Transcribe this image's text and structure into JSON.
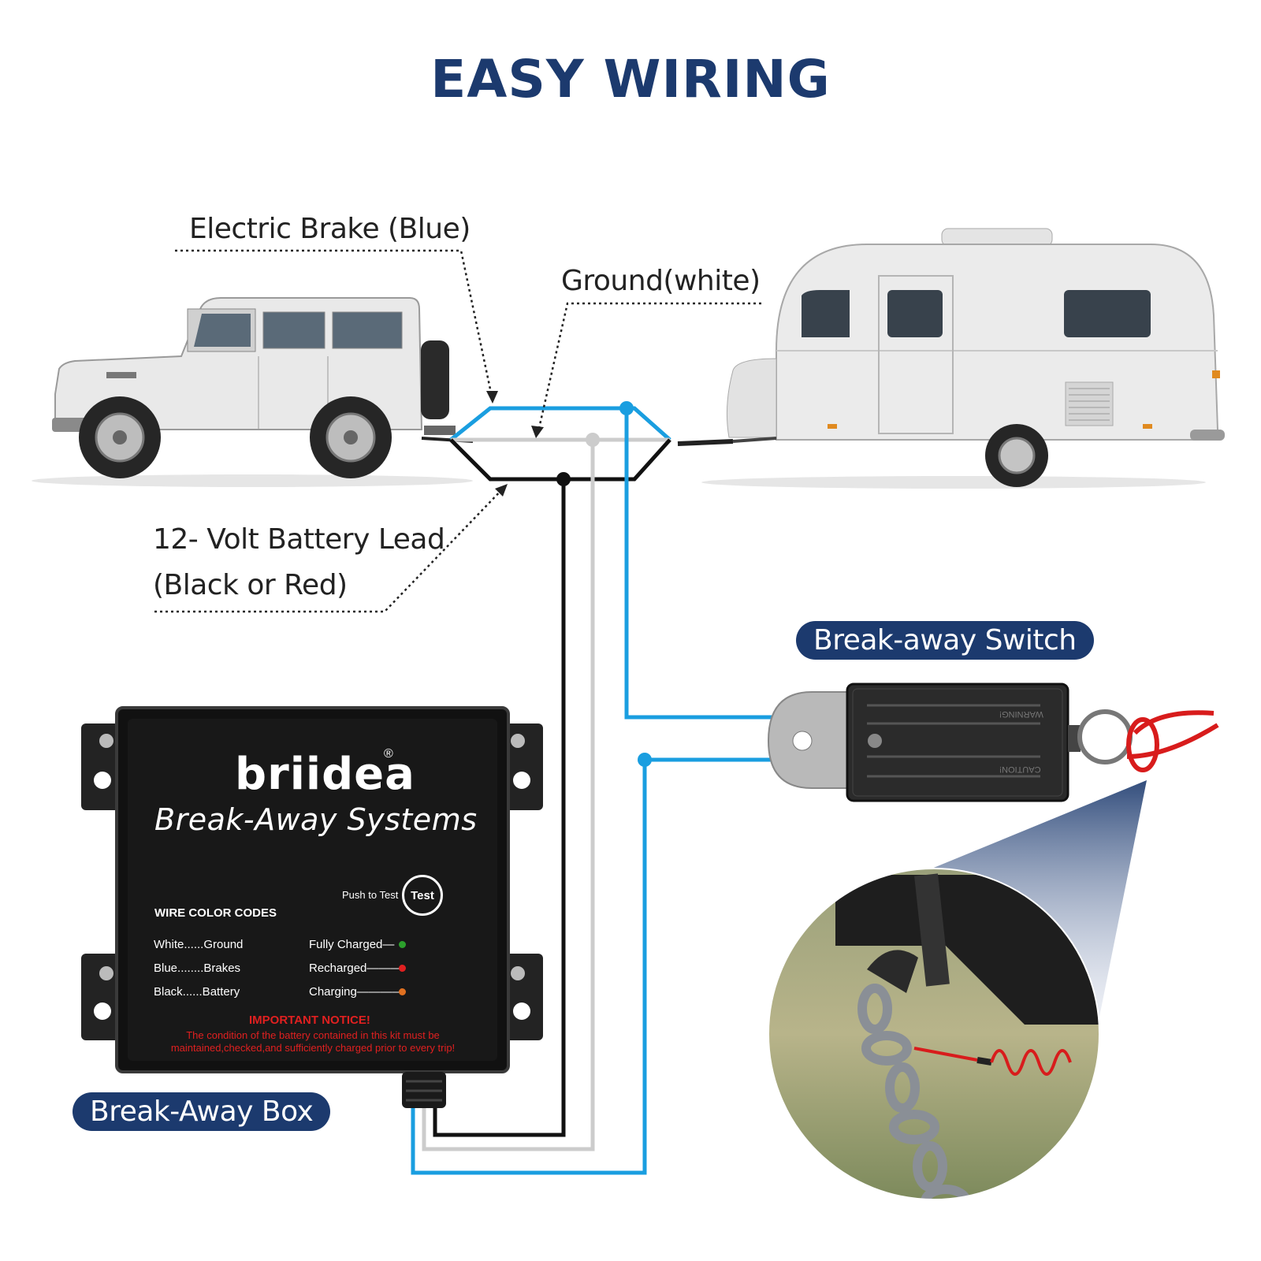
{
  "title": "EASY WIRING",
  "callouts": {
    "electric_brake": "Electric Brake (Blue)",
    "ground": "Ground(white)",
    "battery_line1": "12- Volt Battery Lead",
    "battery_line2": "(Black or Red)"
  },
  "labels": {
    "breakaway_switch": "Break-away Switch",
    "breakaway_box": "Break-Away Box"
  },
  "box": {
    "brand": "briidea",
    "registered": "®",
    "product": "Break-Away Systems",
    "push_to_test": "Push to Test",
    "test_button": "Test",
    "wire_codes_heading": "WIRE COLOR CODES",
    "codes": [
      "White......Ground",
      "Blue........Brakes",
      "Black......Battery"
    ],
    "status": [
      {
        "label": "Fully Charged—",
        "color": "#2ca02c"
      },
      {
        "label": "Recharged———",
        "color": "#e02020"
      },
      {
        "label": "Charging————",
        "color": "#e07020"
      }
    ],
    "notice_heading": "IMPORTANT NOTICE!",
    "notice_body": "The condition of the battery contained in this kit must be maintained,checked,and sufficiently charged prior to every trip!"
  },
  "switch": {
    "warning": "WARNING!",
    "caution": "CAUTION!"
  },
  "colors": {
    "title": "#1c3a6e",
    "wire_blue": "#1a9ee0",
    "wire_white": "#cccccc",
    "wire_black": "#111111",
    "pill_bg": "#1c3a6e"
  }
}
